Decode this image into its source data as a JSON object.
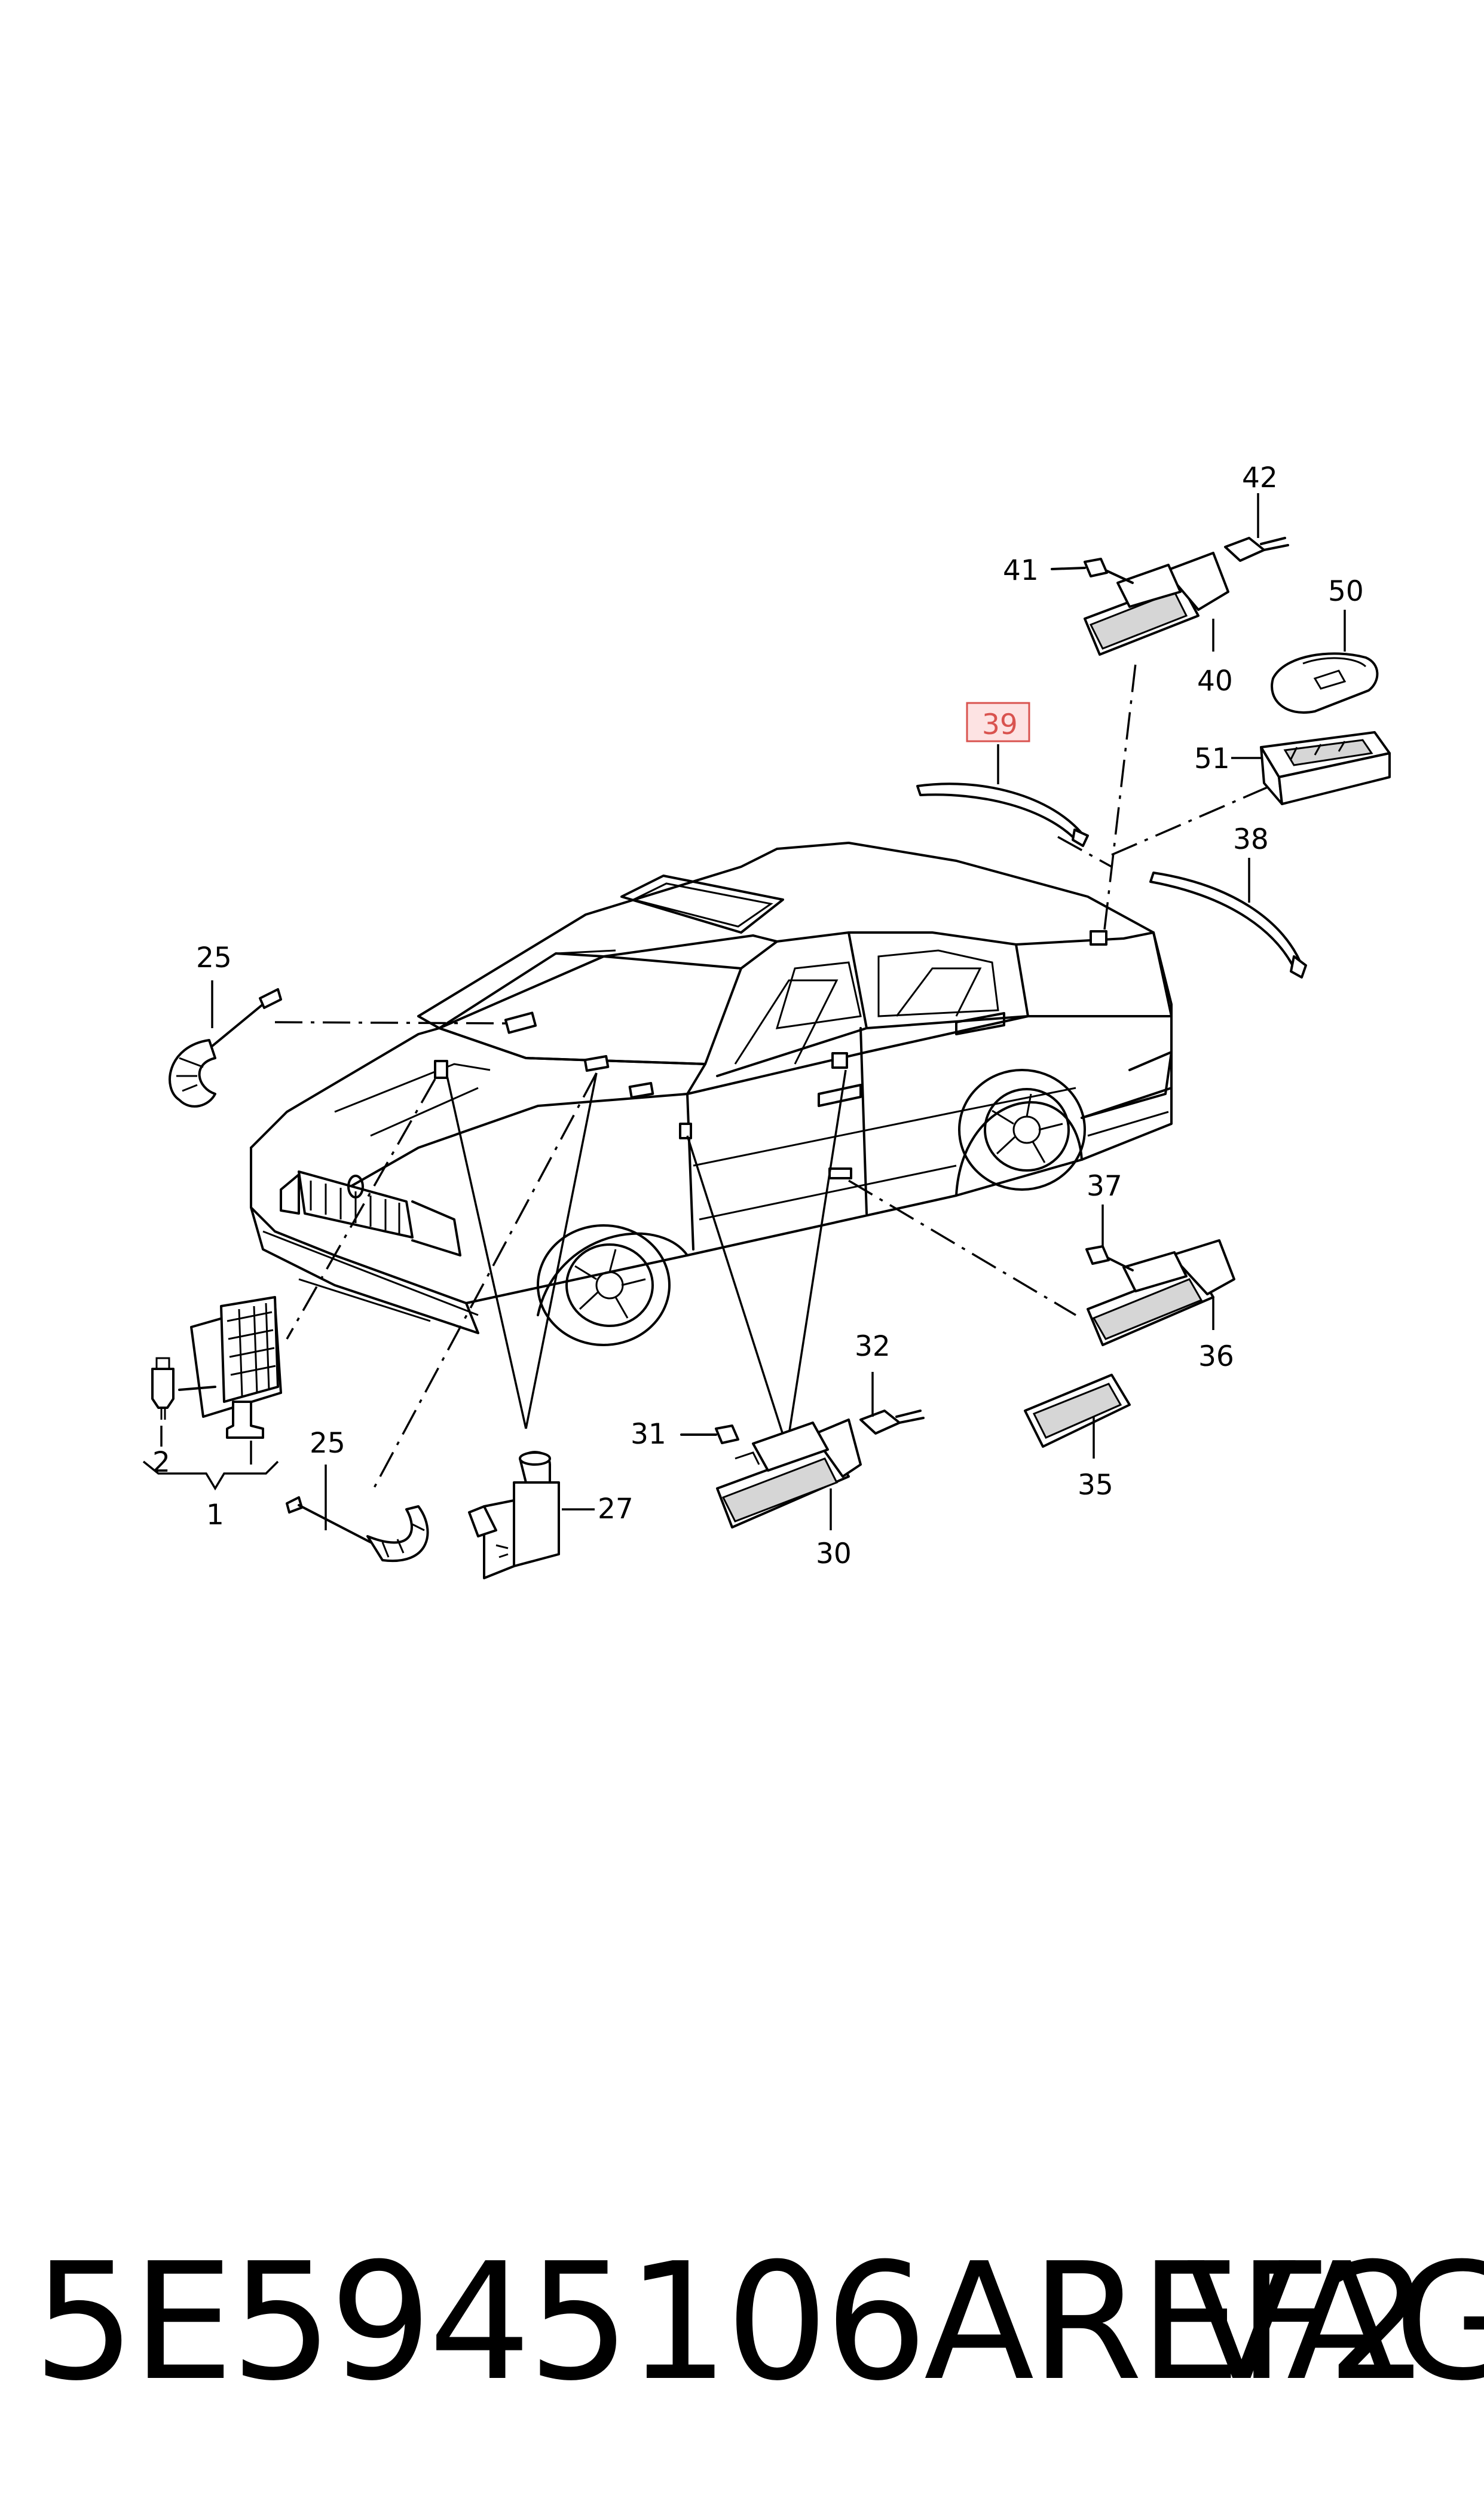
{
  "callouts": {
    "c1": "1",
    "c2": "2",
    "c25a": "25",
    "c25b": "25",
    "c27": "27",
    "c30": "30",
    "c31": "31",
    "c32": "32",
    "c35": "35",
    "c36": "36",
    "c37": "37",
    "c38": "38",
    "c39": "39",
    "c40": "40",
    "c41": "41",
    "c42": "42",
    "c50": "50",
    "c51": "51"
  },
  "highlight_color": "#d9534f",
  "footer": {
    "part_number": "5E5945106AREF2",
    "brand": "VAG"
  }
}
